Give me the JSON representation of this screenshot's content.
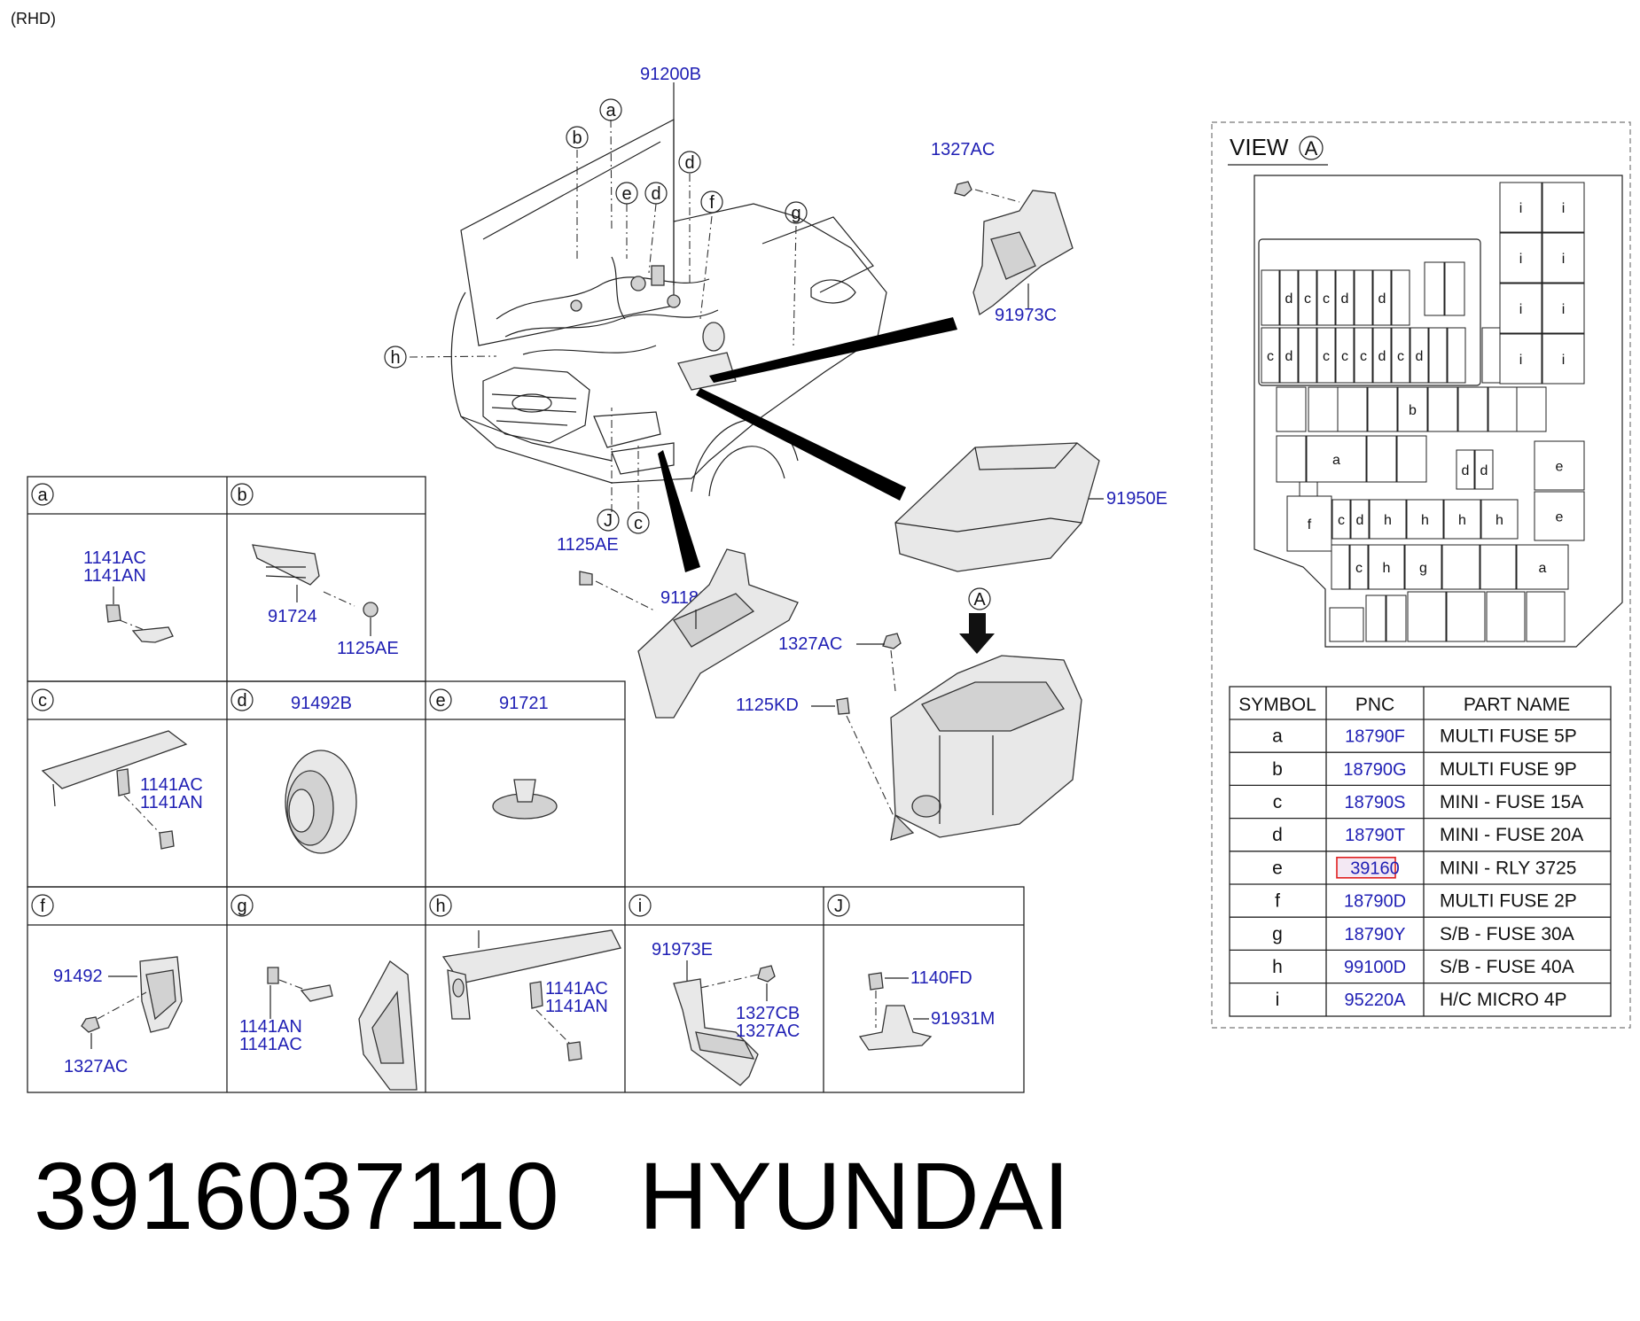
{
  "corner_label": "(RHD)",
  "main": {
    "callouts": {
      "c91200B": "91200B",
      "c1327AC_top": "1327AC",
      "c91973C": "91973C",
      "c91950E": "91950E",
      "c1125AE": "1125AE",
      "c91188B": "91188B",
      "c1327AC_mid": "1327AC",
      "c1125KD": "1125KD"
    },
    "letters": {
      "a": "a",
      "b": "b",
      "d1": "d",
      "e": "e",
      "d2": "d",
      "f": "f",
      "g": "g",
      "h": "h",
      "J": "J",
      "c": "c",
      "A": "A"
    }
  },
  "detail_panels": [
    {
      "symbol": "a",
      "labels": [
        "1141AC",
        "1141AN"
      ]
    },
    {
      "symbol": "b",
      "labels": [
        "91724",
        "1125AE"
      ]
    },
    {
      "symbol": "c",
      "labels": [
        "1141AC",
        "1141AN"
      ]
    },
    {
      "symbol": "d",
      "labels": [
        "91492B"
      ]
    },
    {
      "symbol": "e",
      "labels": [
        "91721"
      ]
    },
    {
      "symbol": "f",
      "labels": [
        "91492",
        "1327AC"
      ]
    },
    {
      "symbol": "g",
      "labels": [
        "1141AN",
        "1141AC"
      ]
    },
    {
      "symbol": "h",
      "labels": [
        "1141AC",
        "1141AN"
      ]
    },
    {
      "symbol": "i",
      "labels": [
        "91973E",
        "1327CB",
        "1327AC"
      ]
    },
    {
      "symbol": "J",
      "labels": [
        "1140FD",
        "91931M"
      ]
    }
  ],
  "view": {
    "title": "VIEW",
    "badge": "A",
    "slot_labels": {
      "i": "i",
      "c": "c",
      "d": "d",
      "b": "b",
      "a": "a",
      "e": "e",
      "f": "f",
      "h": "h",
      "g": "g"
    }
  },
  "legend": {
    "headers": [
      "SYMBOL",
      "PNC",
      "PART NAME"
    ],
    "rows": [
      {
        "symbol": "a",
        "pnc": "18790F",
        "name": "MULTI FUSE 5P"
      },
      {
        "symbol": "b",
        "pnc": "18790G",
        "name": "MULTI FUSE 9P"
      },
      {
        "symbol": "c",
        "pnc": "18790S",
        "name": "MINI - FUSE 15A"
      },
      {
        "symbol": "d",
        "pnc": "18790T",
        "name": "MINI - FUSE 20A"
      },
      {
        "symbol": "e",
        "pnc": "39160",
        "name": "MINI - RLY 3725",
        "highlighted": true
      },
      {
        "symbol": "f",
        "pnc": "18790D",
        "name": "MULTI FUSE 2P"
      },
      {
        "symbol": "g",
        "pnc": "18790Y",
        "name": "S/B - FUSE 30A"
      },
      {
        "symbol": "h",
        "pnc": "99100D",
        "name": "S/B - FUSE 40A"
      },
      {
        "symbol": "i",
        "pnc": "95220A",
        "name": "H/C MICRO 4P"
      }
    ]
  },
  "footer": {
    "part_number": "3916037110",
    "brand": "HYUNDAI"
  },
  "colors": {
    "pnc_text": "#1f1fb4",
    "highlight_box": "#e02020",
    "line": "#222222"
  }
}
